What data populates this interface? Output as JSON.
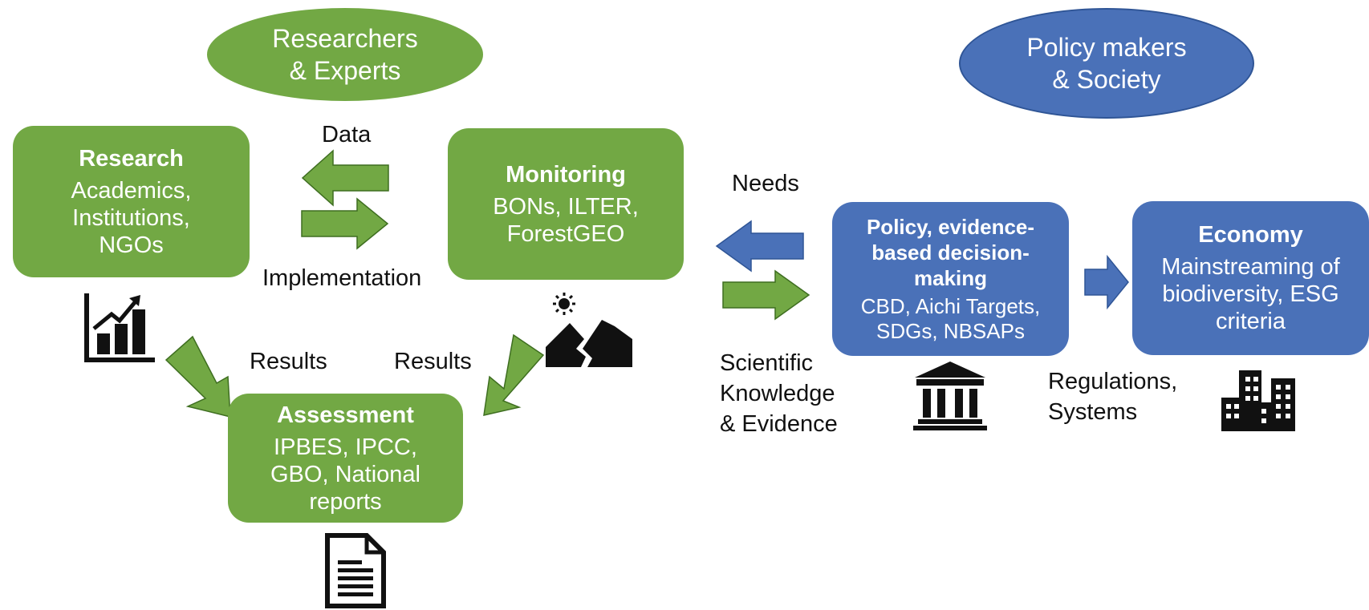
{
  "actors": {
    "researchers": [
      "Researchers",
      "& Experts"
    ],
    "policy": [
      "Policy makers",
      "& Society"
    ]
  },
  "boxes": {
    "research": {
      "title": "Research",
      "body": [
        "Academics,",
        "Institutions,",
        "NGOs"
      ]
    },
    "monitoring": {
      "title": "Monitoring",
      "body": [
        "BONs, ILTER,",
        "ForestGEO"
      ]
    },
    "assessment": {
      "title": "Assessment",
      "body": [
        "IPBES, IPCC,",
        "GBO,  National",
        "reports"
      ]
    },
    "policy_box": {
      "title": [
        "Policy, evidence-",
        "based decision-",
        "making"
      ],
      "body": [
        "CBD,  Aichi Targets,",
        "SDGs, NBSAPs"
      ]
    },
    "economy": {
      "title": "Economy",
      "body": [
        "Mainstreaming of",
        "biodiversity, ESG",
        "criteria"
      ]
    }
  },
  "labels": {
    "data": "Data",
    "implementation": "Implementation",
    "results_left": "Results",
    "results_right": "Results",
    "needs": "Needs",
    "knowledge": [
      "Scientific",
      "Knowledge",
      "& Evidence"
    ],
    "regulations": [
      "Regulations,",
      "Systems"
    ]
  },
  "icons": {
    "research": "bar-chart-growth-icon",
    "monitoring": "mountain-sun-icon",
    "assessment": "document-icon",
    "policy": "government-building-icon",
    "economy": "city-buildings-icon"
  },
  "colors": {
    "green": "#72a844",
    "blue": "#4a71b8",
    "icon": "#111111"
  }
}
